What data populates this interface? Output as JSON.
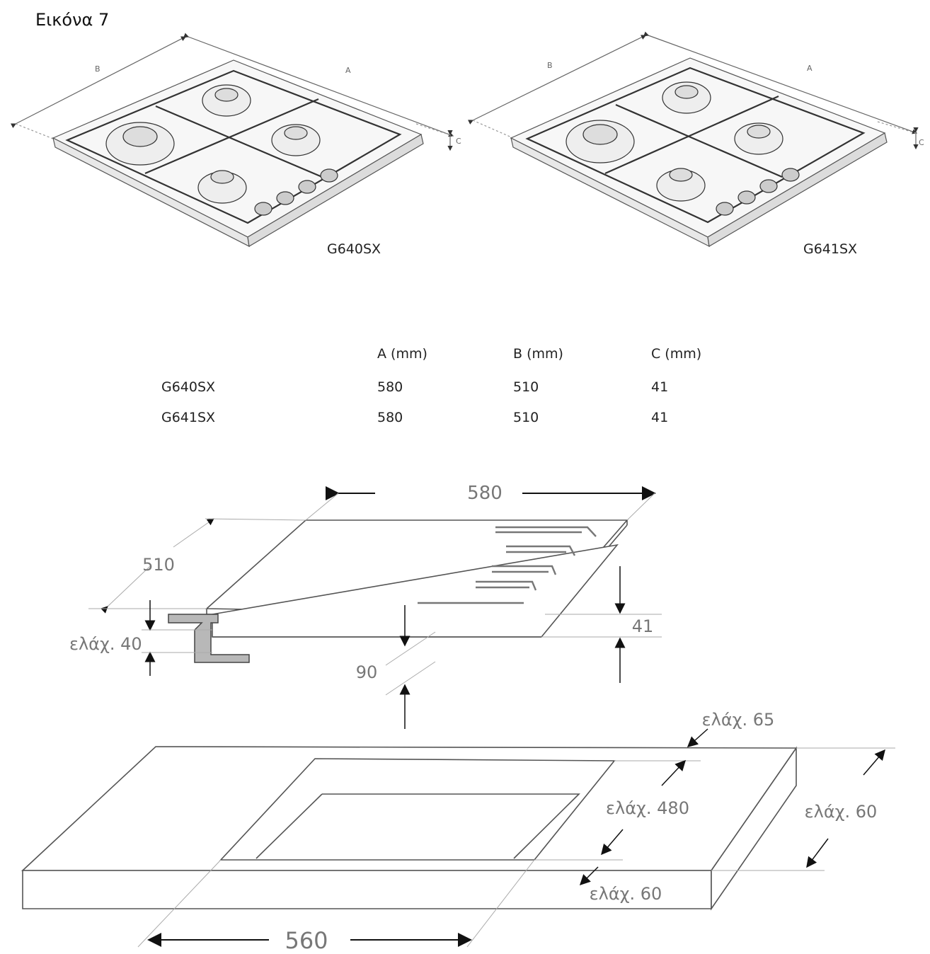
{
  "figure": {
    "title": "Εικόνα 7"
  },
  "hobs": [
    {
      "model": "G640SX",
      "label_a": "A",
      "label_b": "B",
      "label_c": "C"
    },
    {
      "model": "G641SX",
      "label_a": "A",
      "label_b": "B",
      "label_c": "C"
    }
  ],
  "table": {
    "columns": [
      "",
      "A (mm)",
      "B (mm)",
      "C (mm)"
    ],
    "rows": [
      [
        "G640SX",
        "580",
        "510",
        "41"
      ],
      [
        "G641SX",
        "580",
        "510",
        "41"
      ]
    ]
  },
  "installation": {
    "hob_width": "580",
    "hob_depth": "510",
    "hob_height": "41",
    "clearance_below": "90",
    "min_support": "ελάχ. 40",
    "min_back": "ελάχ. 65",
    "min_cutout_depth": "ελάχ. 480",
    "min_front": "ελάχ. 60",
    "min_side": "ελάχ. 60",
    "cutout_width": "560"
  }
}
